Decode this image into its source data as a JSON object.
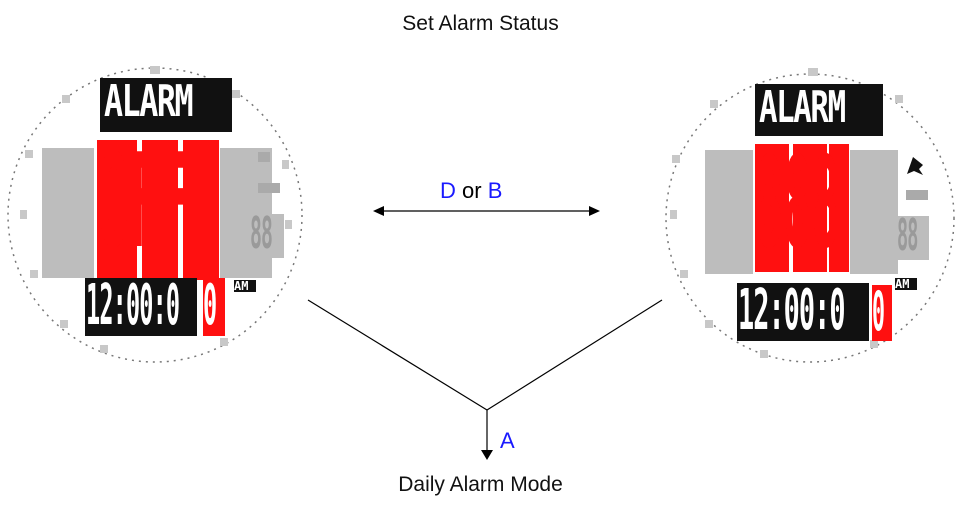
{
  "title": "Set Alarm Status",
  "bottom_title": "Daily Alarm Mode",
  "transition_label": {
    "key1": "D",
    "sep": " or ",
    "key2": "B"
  },
  "down_label": "A",
  "left_display": {
    "header": "ALARM",
    "status": "OFF",
    "ghost": "8",
    "small_digits": "88",
    "time": "12:00:0",
    "time_red": "0",
    "ampm": "AM"
  },
  "right_display": {
    "header": "ALARM",
    "status": "888",
    "ghost": "8",
    "small_digits": "88",
    "time": "12:00:0",
    "time_red": "0",
    "ampm": "AM",
    "icon": "bell-icon"
  },
  "colors": {
    "red": "#ff1010",
    "ghost": "#b8b8b8",
    "blue": "#1a1aff",
    "black": "#000000"
  }
}
